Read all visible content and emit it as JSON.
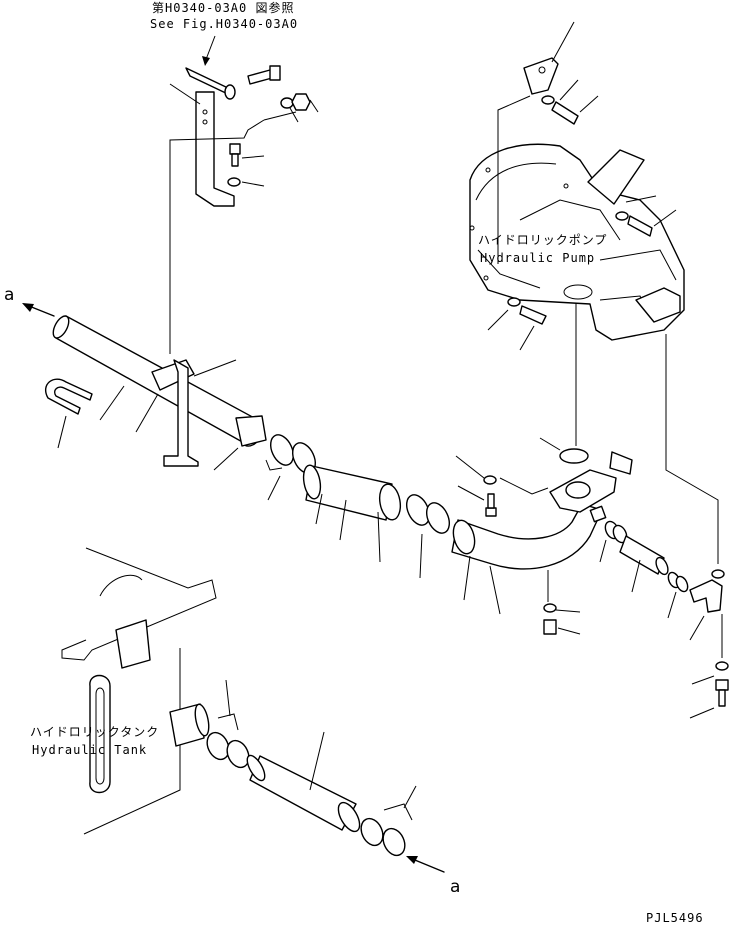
{
  "reference": {
    "jp": "第H0340-03A0 図参照",
    "en": "See Fig.H0340-03A0"
  },
  "hydraulic_pump": {
    "jp": "ハイドロリックポンプ",
    "en": "Hydraulic Pump"
  },
  "hydraulic_tank": {
    "jp": "ハイドロリックタンク",
    "en": "Hydraulic Tank"
  },
  "connection_marks": {
    "upper": "a",
    "lower": "a"
  },
  "drawing_code": "PJL5496"
}
